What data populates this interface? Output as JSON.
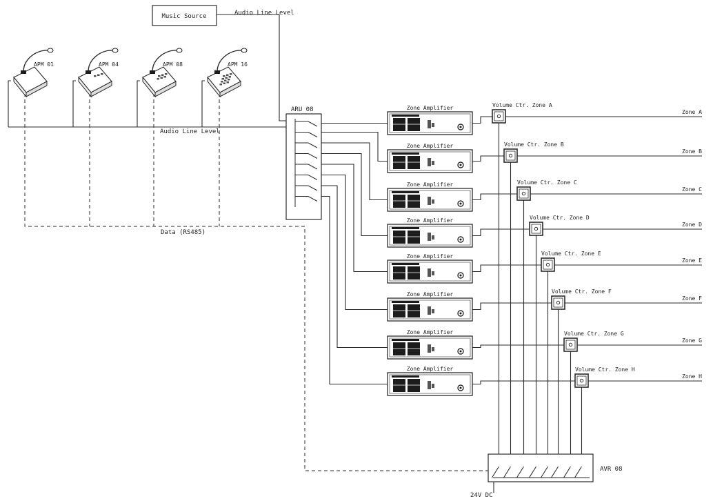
{
  "diagram": {
    "music_source": "Music Source",
    "audio_line_level_top": "Audio Line Level",
    "audio_line_level_bus": "Audio Line Level",
    "data_bus": "Data (RS485)",
    "aru": "ARU 08",
    "avr": "AVR 08",
    "power": "24V DC",
    "amplifier_label": "Zone Amplifier",
    "paging_stations": [
      "APM 01",
      "APM 04",
      "APM 08",
      "APM 16"
    ],
    "volume_controls": [
      "Volume Ctr. Zone A",
      "Volume Ctr. Zone B",
      "Volume Ctr. Zone C",
      "Volume Ctr. Zone D",
      "Volume Ctr. Zone E",
      "Volume Ctr. Zone F",
      "Volume Ctr. Zone G",
      "Volume Ctr. Zone H"
    ],
    "zones": [
      "Zone A",
      "Zone B",
      "Zone C",
      "Zone D",
      "Zone E",
      "Zone F",
      "Zone G",
      "Zone H"
    ]
  },
  "colors": {
    "line": "#2a2a2a",
    "fill_dark": "#1c1c1c",
    "panel": "#f4f4f4"
  }
}
